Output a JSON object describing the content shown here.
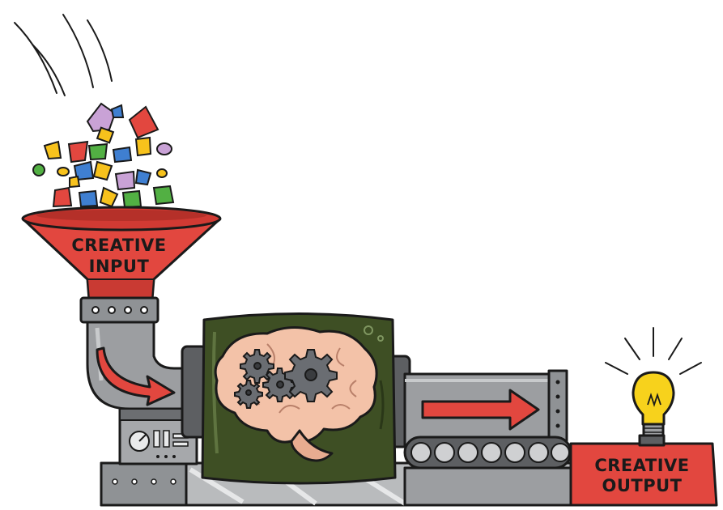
{
  "labels": {
    "input_line1": "CREATIVE",
    "input_line2": "INPUT",
    "output_line1": "CREATIVE",
    "output_line2": "OUTPUT"
  },
  "colors": {
    "funnel_red": "#e2473f",
    "metal_gray": "#9c9ea1",
    "dark_metal": "#5d5f62",
    "tank_green": "#3e4f24",
    "brain_pink": "#f3c2a8",
    "gear_gray": "#6a6d72",
    "bulb_yellow": "#f7d21c"
  },
  "icons": {
    "confetti": "confetti-pieces-icon",
    "brain": "brain-with-gears-icon",
    "lightbulb": "lightbulb-icon",
    "arrow": "right-arrow-icon"
  }
}
